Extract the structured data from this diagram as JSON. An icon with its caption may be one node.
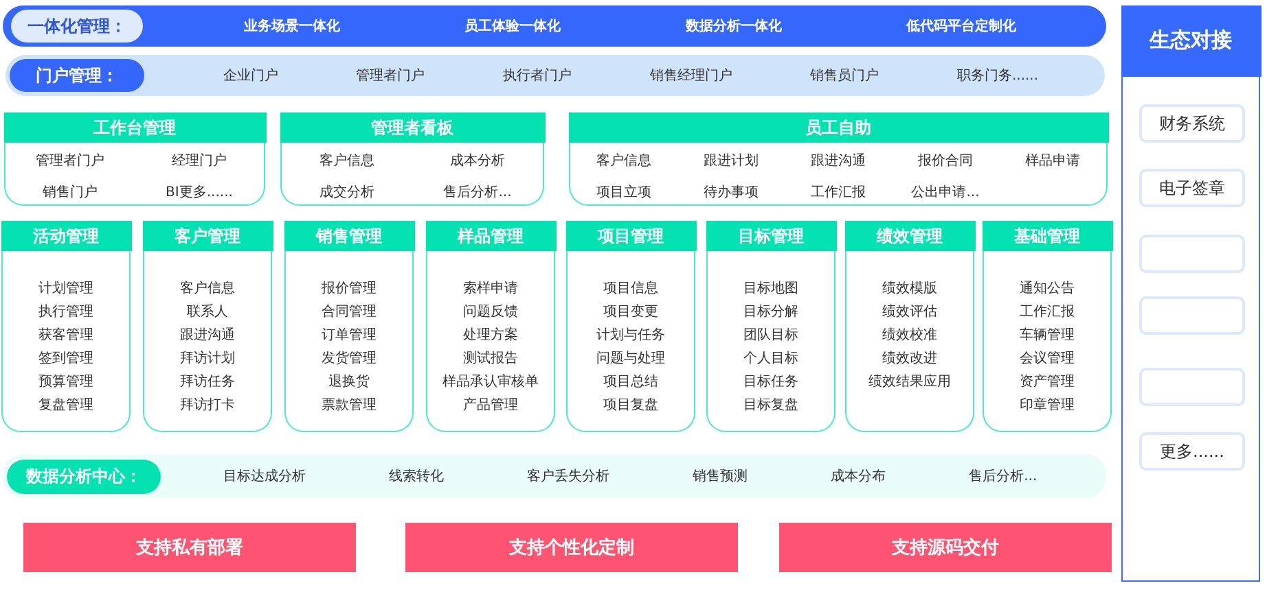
{
  "diagram": {
    "nodes": [
      {
        "text": [
          "业务场景一体化",
          "员工体验一体化",
          "数据分析一体化",
          "低代码平台定制化"
        ]
      },
      {
        "text": [
          "一体化管理："
        ],
        "in": 0
      },
      {
        "text": [
          "企业门户",
          "管理者门户",
          "执行者门户",
          "销售经理门户",
          "销售员门户",
          "职务门务......"
        ]
      },
      {
        "text": [
          "门户管理："
        ],
        "in": 2
      },
      {
        "text": [
          "工作台管理",
          "管理者门户",
          "经理门户",
          "销售门户",
          "BI更多......"
        ]
      },
      {
        "text": [
          "管理者看板",
          "客户信息",
          "成本分析",
          "成交分析",
          "售后分析..."
        ]
      },
      {
        "text": [
          "员工自助",
          "客户信息",
          "跟进计划",
          "跟进沟通",
          "报价合同",
          "样品申请",
          "项目立项",
          "待办事项",
          "工作汇报",
          "公出申请..."
        ]
      },
      {
        "text": [
          "活动管理",
          "计划管理",
          "执行管理",
          "获客管理",
          "签到管理",
          "预算管理",
          "复盘管理"
        ]
      },
      {
        "text": [
          "客户管理",
          "客户信息",
          "联系人",
          "跟进沟通",
          "拜访计划",
          "拜访任务",
          "拜访打卡"
        ]
      },
      {
        "text": [
          "销售管理",
          "报价管理",
          "合同管理",
          "订单管理",
          "发货管理",
          "退换货",
          "票款管理"
        ]
      },
      {
        "text": [
          "样品管理",
          "索样申请",
          "问题反馈",
          "处理方案",
          "测试报告",
          "样品承认审核单",
          "产品管理"
        ]
      },
      {
        "text": [
          "项目管理",
          "项目信息",
          "项目变更",
          "计划与任务",
          "问题与处理",
          "项目总结",
          "项目复盘"
        ]
      },
      {
        "text": [
          "目标管理",
          "目标地图",
          "目标分解",
          "团队目标",
          "个人目标",
          "目标任务",
          "目标复盘"
        ]
      },
      {
        "text": [
          "绩效管理",
          "绩效模版",
          "绩效评估",
          "绩效校准",
          "绩效改进",
          "绩效结果应用"
        ]
      },
      {
        "text": [
          "基础管理",
          "通知公告",
          "工作汇报",
          "车辆管理",
          "会议管理",
          "资产管理",
          "印章管理"
        ]
      },
      {
        "text": [
          "目标达成分析",
          "线索转化",
          "客户丢失分析",
          "销售预测",
          "成本分布",
          "售后分析..."
        ]
      },
      {
        "text": [
          "数据分析中心："
        ],
        "in": 15
      },
      {
        "text": [
          "支持私有部署"
        ]
      },
      {
        "text": [
          "支持个性化定制"
        ]
      },
      {
        "text": [
          "支持源码交付"
        ]
      },
      {
        "text": [
          "生态对接"
        ]
      },
      {
        "text": [
          "财务系统"
        ],
        "in": 20
      },
      {
        "text": [
          "电子签章"
        ],
        "in": 20
      },
      {
        "text": [],
        "shape": "box",
        "in": 20
      },
      {
        "text": [],
        "shape": "box",
        "in": 20
      },
      {
        "text": [],
        "shape": "box",
        "in": 20
      },
      {
        "text": [
          "更多......"
        ],
        "in": 20
      }
    ]
  }
}
